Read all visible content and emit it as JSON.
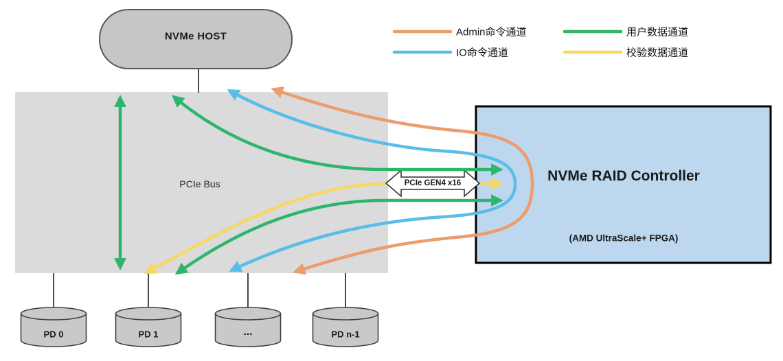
{
  "diagram": {
    "host": {
      "label": "NVMe HOST"
    },
    "bus": {
      "label": "PCIe Bus"
    },
    "controller": {
      "title": "NVMe RAID Controller",
      "subtitle": "(AMD UltraScale+ FPGA)"
    },
    "link": {
      "label": "PCIe GEN4 x16"
    },
    "disks": [
      {
        "label": "PD 0"
      },
      {
        "label": "PD 1"
      },
      {
        "label": "..."
      },
      {
        "label": "PD n-1"
      }
    ],
    "legend": {
      "admin": {
        "label": "Admin命令通道",
        "color": "#EC9C6D"
      },
      "io": {
        "label": "IO命令通道",
        "color": "#59BDE8"
      },
      "user": {
        "label": "用户数据通道",
        "color": "#2FB46C"
      },
      "parity": {
        "label": "校验数据通道",
        "color": "#F8D763"
      }
    },
    "colors": {
      "host_fill": "#C6C6C6",
      "bus_fill": "#DBDBDB",
      "controller_fill": "#BDD7EE",
      "disk_fill": "#C9C9C9"
    }
  }
}
